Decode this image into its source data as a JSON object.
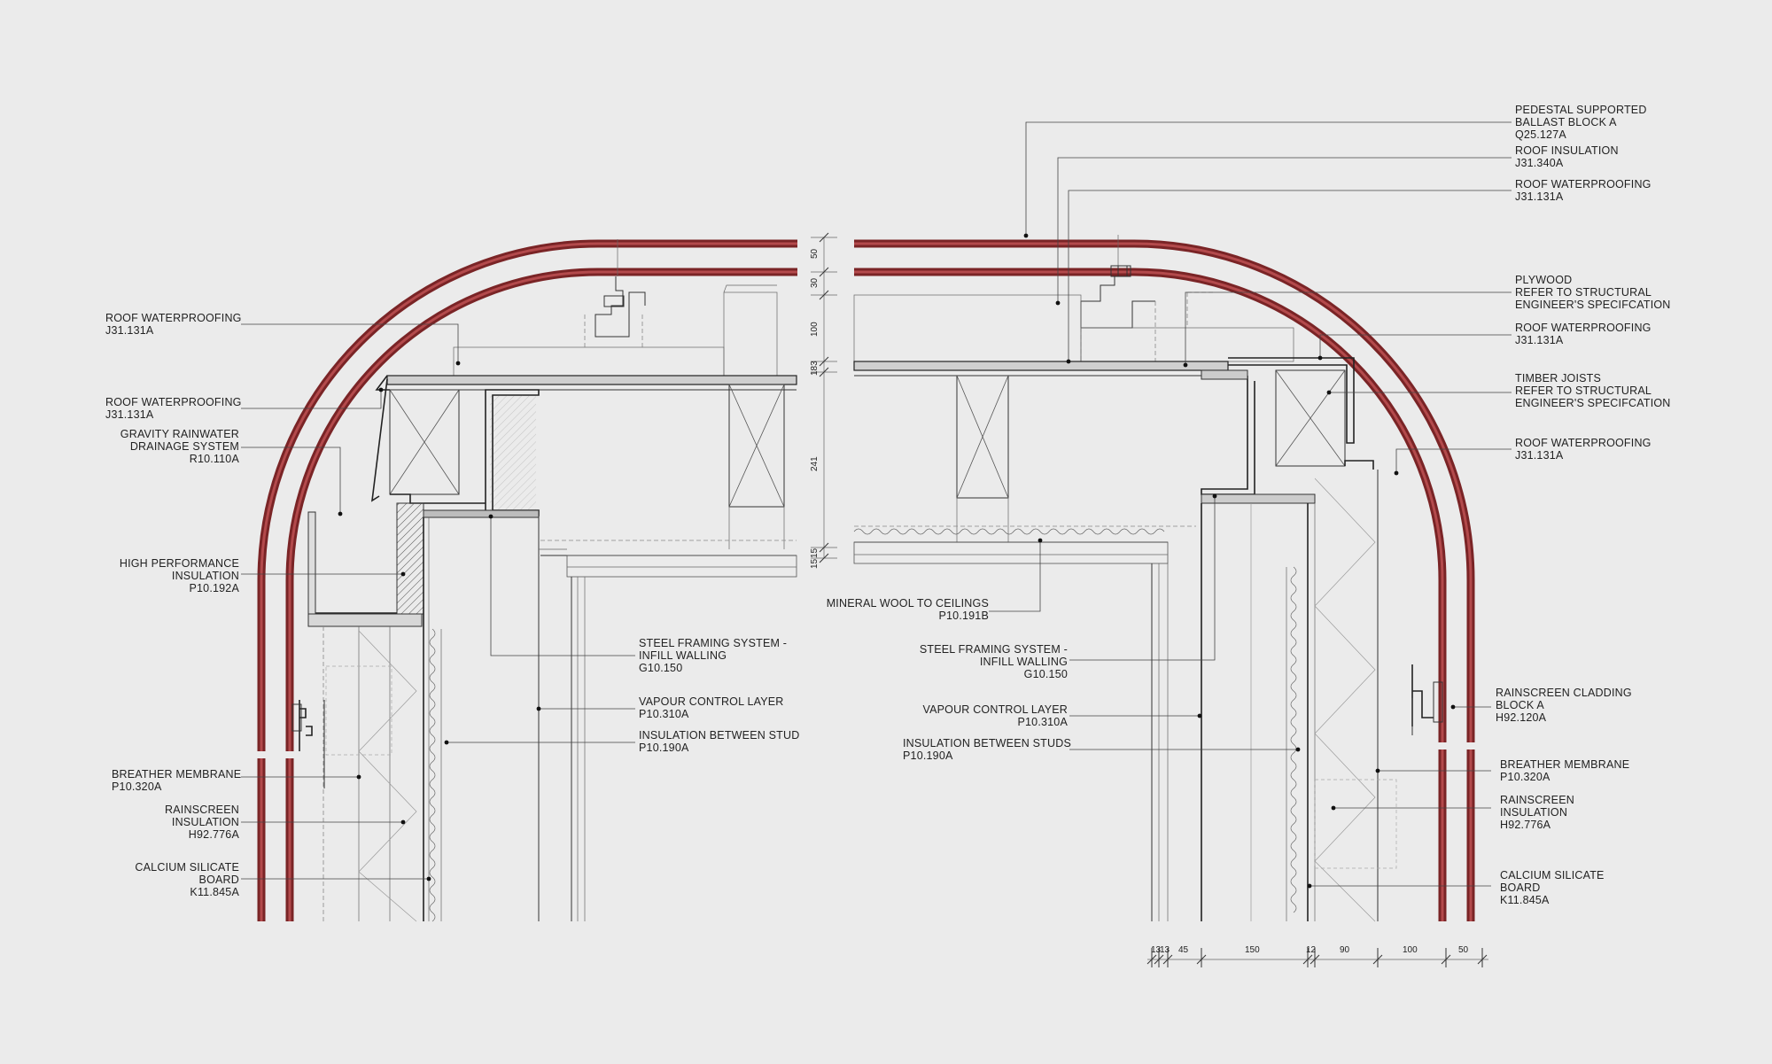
{
  "colors": {
    "background": "#ebebeb",
    "cladding": "#7a2426",
    "line": "#333333"
  },
  "labels": {
    "left": [
      {
        "lines": [
          "ROOF WATERPROOFING",
          "J31.131A"
        ]
      },
      {
        "lines": [
          "ROOF WATERPROOFING",
          "J31.131A"
        ]
      },
      {
        "lines": [
          "GRAVITY RAINWATER",
          "DRAINAGE SYSTEM",
          "R10.110A"
        ]
      },
      {
        "lines": [
          "HIGH PERFORMANCE",
          "INSULATION",
          "P10.192A"
        ]
      },
      {
        "lines": [
          "BREATHER MEMBRANE",
          "P10.320A"
        ]
      },
      {
        "lines": [
          "RAINSCREEN",
          "INSULATION",
          "H92.776A"
        ]
      },
      {
        "lines": [
          "CALCIUM SILICATE",
          "BOARD",
          "K11.845A"
        ]
      }
    ],
    "center_left": [
      {
        "lines": [
          "STEEL FRAMING SYSTEM -",
          "INFILL WALLING",
          "G10.150"
        ]
      },
      {
        "lines": [
          "VAPOUR CONTROL LAYER",
          "P10.310A"
        ]
      },
      {
        "lines": [
          "INSULATION BETWEEN STUD",
          "P10.190A"
        ]
      }
    ],
    "center_right": [
      {
        "lines": [
          "MINERAL WOOL TO CEILINGS",
          "P10.191B"
        ]
      },
      {
        "lines": [
          "STEEL FRAMING SYSTEM -",
          "INFILL WALLING",
          "G10.150"
        ]
      },
      {
        "lines": [
          "VAPOUR CONTROL LAYER",
          "P10.310A"
        ]
      },
      {
        "lines": [
          "INSULATION BETWEEN STUDS",
          "P10.190A"
        ]
      }
    ],
    "right_top": [
      {
        "lines": [
          "PEDESTAL SUPPORTED",
          "BALLAST BLOCK A",
          "Q25.127A"
        ]
      },
      {
        "lines": [
          "ROOF INSULATION",
          "J31.340A"
        ]
      },
      {
        "lines": [
          "ROOF WATERPROOFING",
          "J31.131A"
        ]
      },
      {
        "lines": [
          "PLYWOOD",
          "REFER TO STRUCTURAL",
          "ENGINEER'S SPECIFCATION"
        ]
      },
      {
        "lines": [
          "ROOF WATERPROOFING",
          "J31.131A"
        ]
      },
      {
        "lines": [
          "TIMBER JOISTS",
          "REFER TO STRUCTURAL",
          "ENGINEER'S SPECIFCATION"
        ]
      },
      {
        "lines": [
          "ROOF WATERPROOFING",
          "J31.131A"
        ]
      }
    ],
    "right_bottom": [
      {
        "lines": [
          "RAINSCREEN CLADDING",
          "BLOCK A",
          "H92.120A"
        ]
      },
      {
        "lines": [
          "BREATHER MEMBRANE",
          "P10.320A"
        ]
      },
      {
        "lines": [
          "RAINSCREEN",
          "INSULATION",
          "H92.776A"
        ]
      },
      {
        "lines": [
          "CALCIUM SILICATE",
          "BOARD",
          "K11.845A"
        ]
      }
    ]
  },
  "dimensions": {
    "vertical": [
      "50",
      "30",
      "100",
      "183",
      "241",
      "15",
      "15"
    ],
    "horizontal": [
      "13",
      "13",
      "45",
      "150",
      "12",
      "90",
      "100",
      "50"
    ]
  }
}
